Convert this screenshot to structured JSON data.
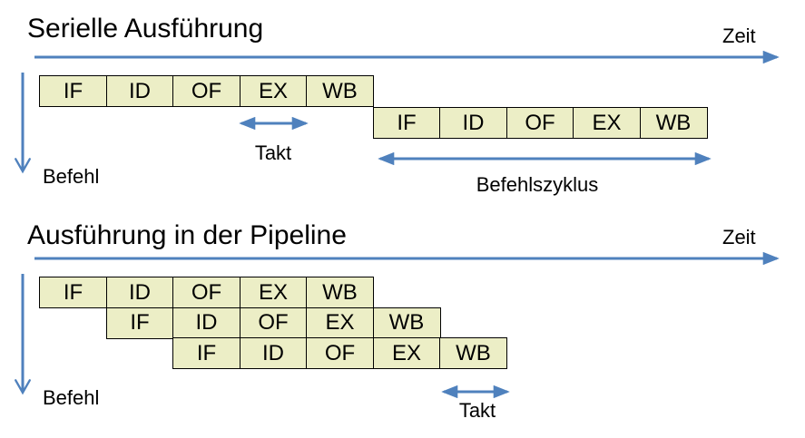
{
  "colors": {
    "arrow": "#4F81BD",
    "box_fill": "#ECEEC6",
    "box_border": "#000000",
    "text": "#000000"
  },
  "serial": {
    "title": "Serielle Ausführung",
    "time_axis_label": "Zeit",
    "instruction_axis_label": "Befehl",
    "clock_label": "Takt",
    "cycle_label": "Befehlszyklus",
    "instruction1_stages": [
      "IF",
      "ID",
      "OF",
      "EX",
      "WB"
    ],
    "instruction2_stages": [
      "IF",
      "ID",
      "OF",
      "EX",
      "WB"
    ]
  },
  "pipeline": {
    "title": "Ausführung in der Pipeline",
    "time_axis_label": "Zeit",
    "instruction_axis_label": "Befehl",
    "clock_label": "Takt",
    "instructions": [
      [
        "IF",
        "ID",
        "OF",
        "EX",
        "WB"
      ],
      [
        "IF",
        "ID",
        "OF",
        "EX",
        "WB"
      ],
      [
        "IF",
        "ID",
        "OF",
        "EX",
        "WB"
      ]
    ]
  }
}
